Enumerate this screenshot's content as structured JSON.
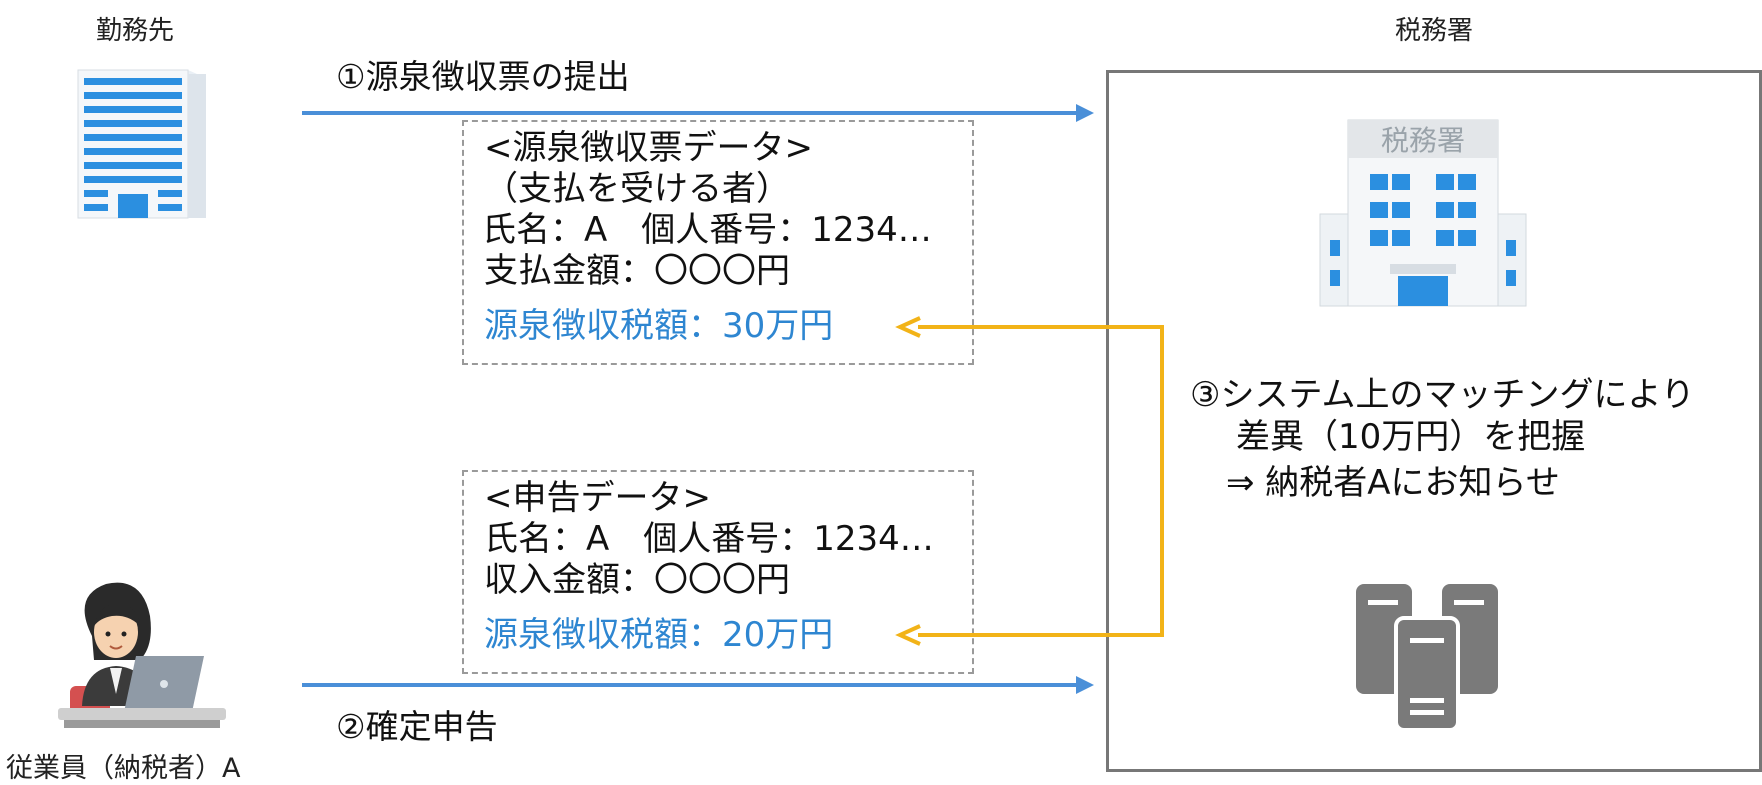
{
  "employer": {
    "label": "勤務先"
  },
  "tax_office": {
    "label": "税務署",
    "building_sign": "税務署"
  },
  "employee": {
    "label": "従業員（納税者）A"
  },
  "flows": {
    "step1": "①源泉徴収票の提出",
    "step2": "②確定申告"
  },
  "withholding_slip": {
    "title": "<源泉徴収票データ>",
    "subtitle": "（支払を受ける者）",
    "id_line": "氏名：A　個人番号：1234…",
    "amount_line": "支払金額：〇〇〇円",
    "tax_line": "源泉徴収税額：30万円"
  },
  "return_data": {
    "title": "<申告データ>",
    "id_line": "氏名：A　個人番号：1234…",
    "amount_line": "収入金額：〇〇〇円",
    "tax_line": "源泉徴収税額：20万円"
  },
  "matching": {
    "line1": "③システム上のマッチングにより",
    "line2": "差異（10万円）を把握",
    "line3": "⇒ 納税者Aにお知らせ"
  },
  "colors": {
    "flow_arrow": "#4a8fd8",
    "match_arrow": "#f2b318",
    "highlight_text": "#2e86d1"
  }
}
